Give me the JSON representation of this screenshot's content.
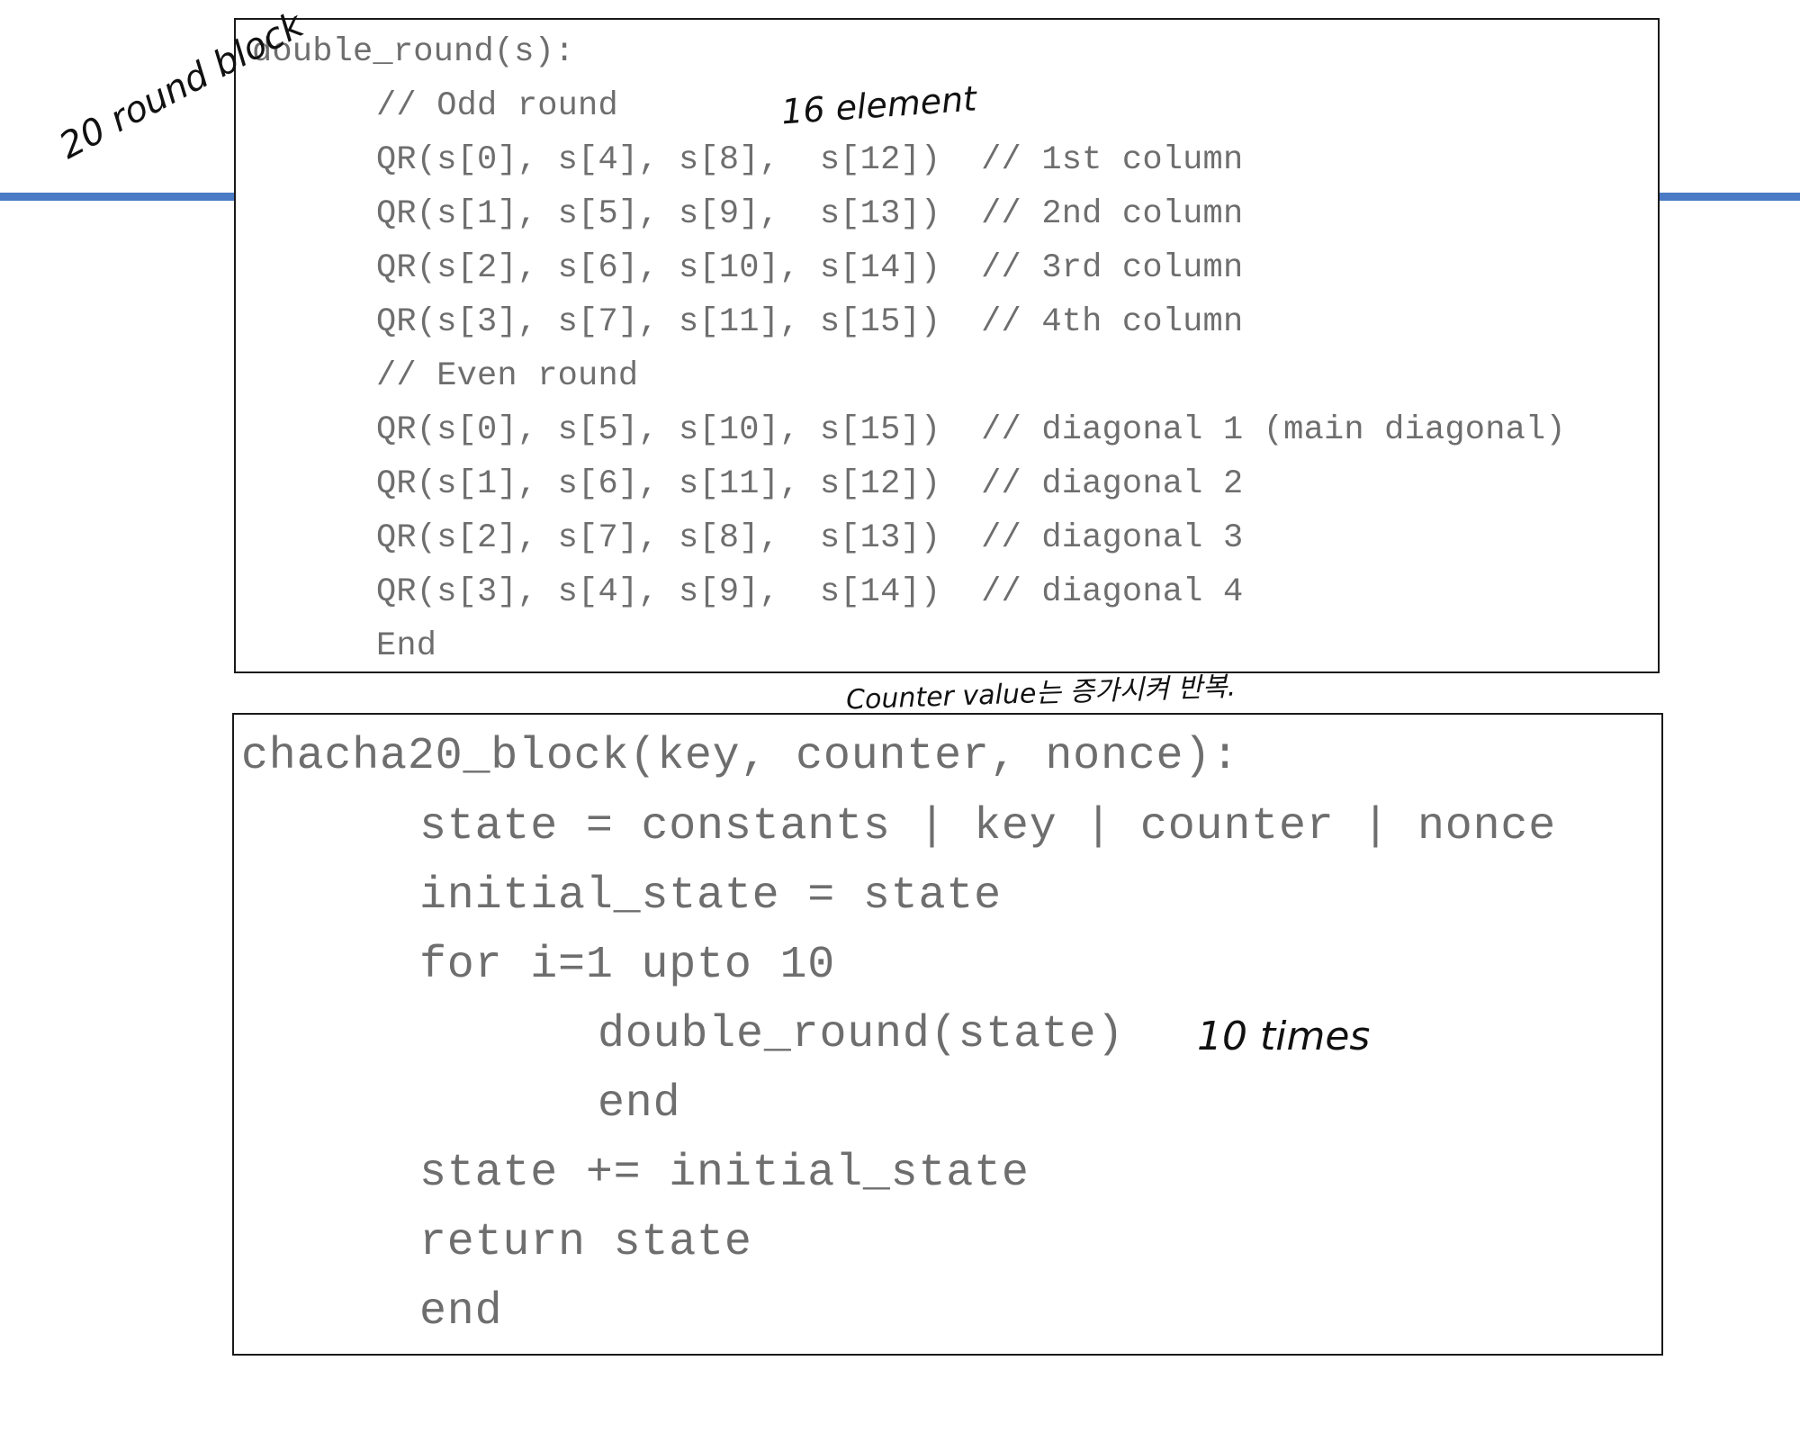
{
  "colors": {
    "rule": "#4a7ac4",
    "code_text": "#6e6e6e",
    "border": "#1a1a1a",
    "handwriting": "#111111"
  },
  "double_round_block": {
    "lines": [
      "double_round(s):",
      "// Odd round",
      "QR(s[0], s[4], s[8],  s[12])  // 1st column",
      "QR(s[1], s[5], s[9],  s[13])  // 2nd column",
      "QR(s[2], s[6], s[10], s[14])  // 3rd column",
      "QR(s[3], s[7], s[11], s[15])  // 4th column",
      "// Even round",
      "QR(s[0], s[5], s[10], s[15])  // diagonal 1 (main diagonal)",
      "QR(s[1], s[6], s[11], s[12])  // diagonal 2",
      "QR(s[2], s[7], s[8],  s[13])  // diagonal 3",
      "QR(s[3], s[4], s[9],  s[14])  // diagonal 4",
      "End"
    ]
  },
  "chacha20_block": {
    "lines": [
      "chacha20_block(key, counter, nonce):",
      "state = constants | key | counter | nonce",
      "initial_state = state",
      "for i=1 upto 10",
      "double_round(state)",
      "end",
      "state += initial_state",
      "return state",
      "end"
    ]
  },
  "annotations": {
    "round_block": "20 round block",
    "elements": "16 element",
    "counter_note": "Counter value는 증가시켜 반복.",
    "times": "10 times"
  }
}
